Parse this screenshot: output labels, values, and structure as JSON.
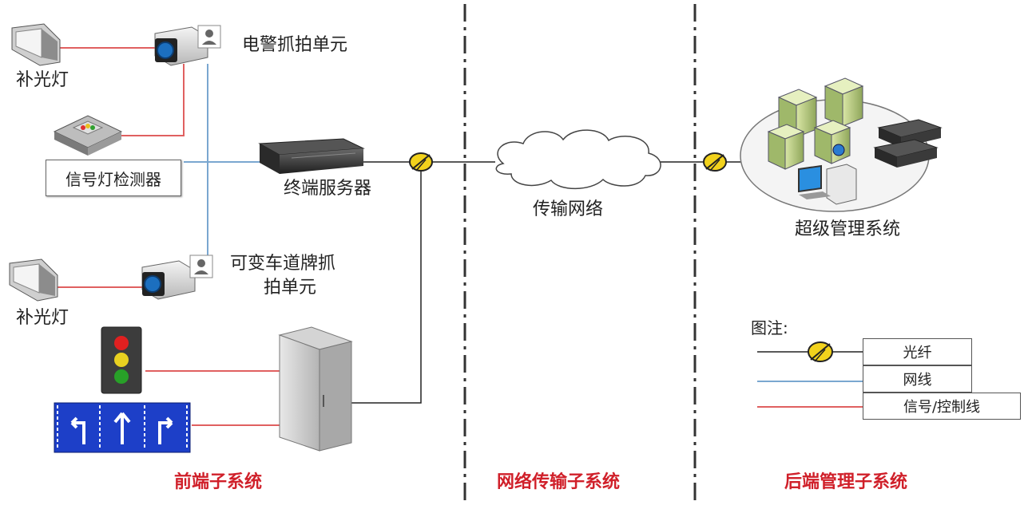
{
  "front": {
    "fill_light_1": "补光灯",
    "camera_1": "电警抓拍单元",
    "signal_detector": "信号灯检测器",
    "server": "终端服务器",
    "camera_2_line1": "可变车道牌抓",
    "camera_2_line2": "拍单元",
    "fill_light_2": "补光灯"
  },
  "network": {
    "cloud": "传输网络"
  },
  "back": {
    "system": "超级管理系统"
  },
  "legend": {
    "title": "图注:",
    "fiber": "光纤",
    "network_cable": "网线",
    "signal_line": "信号/控制线"
  },
  "sections": {
    "front": "前端子系统",
    "network": "网络传输子系统",
    "back": "后端管理子系统"
  },
  "colors": {
    "fiber": "#222222",
    "network_cable": "#7aa7d0",
    "signal_line": "#e06060",
    "section_title": "#d0202a"
  }
}
